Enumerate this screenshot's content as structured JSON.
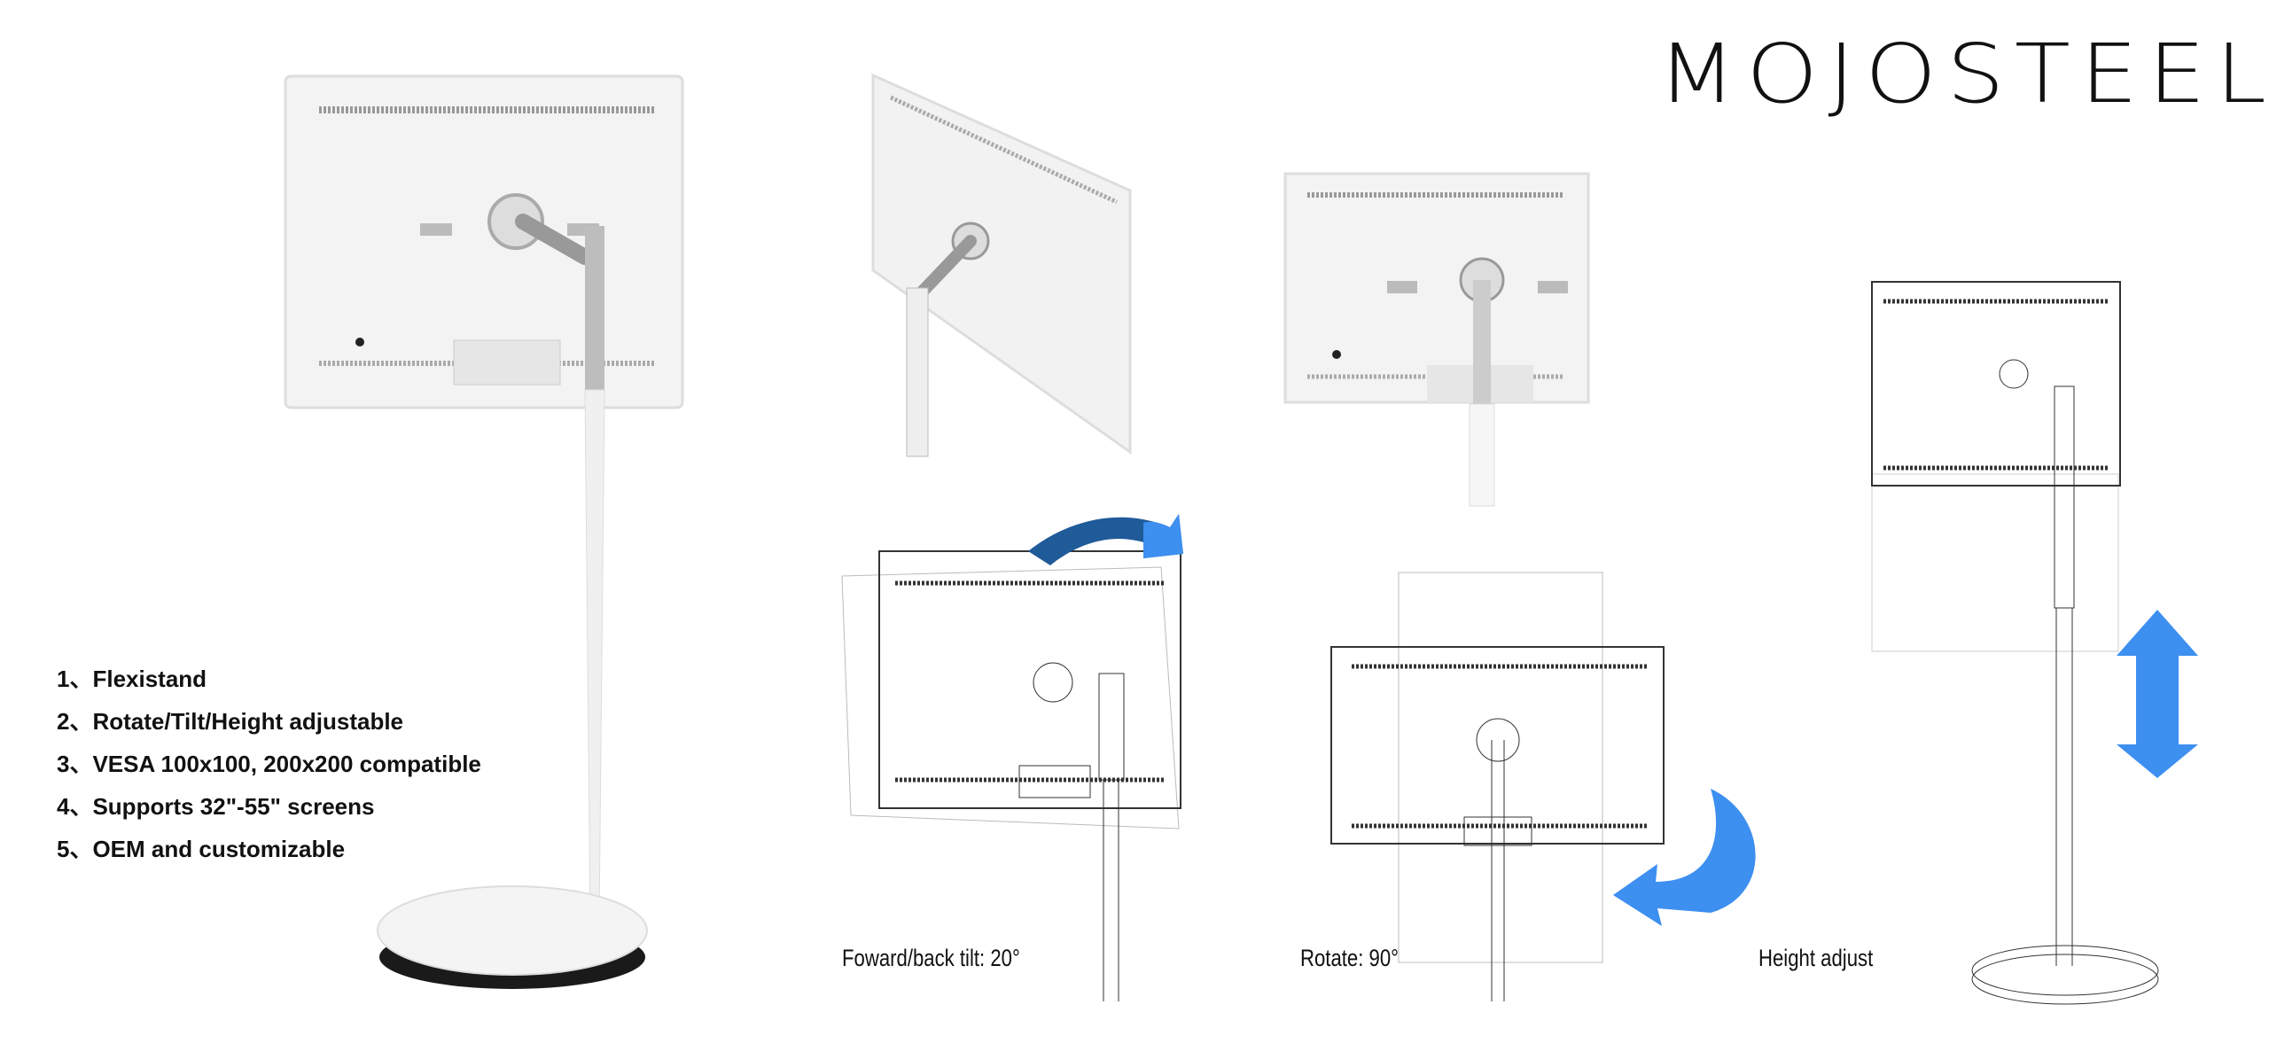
{
  "brand": {
    "logo": "MOJOSTEEL"
  },
  "features": [
    "1、Flexistand",
    "2、Rotate/Tilt/Height adjustable",
    "3、VESA 100x100, 200x200 compatible",
    "4、Supports 32\"-55\" screens",
    "5、OEM and customizable"
  ],
  "captions": {
    "tilt": "Foward/back tilt: 20°",
    "rotate": "Rotate: 90°",
    "height": "Height adjust"
  },
  "colors": {
    "arrow_dark": "#1f5a99",
    "arrow_light": "#3d8ff0"
  }
}
